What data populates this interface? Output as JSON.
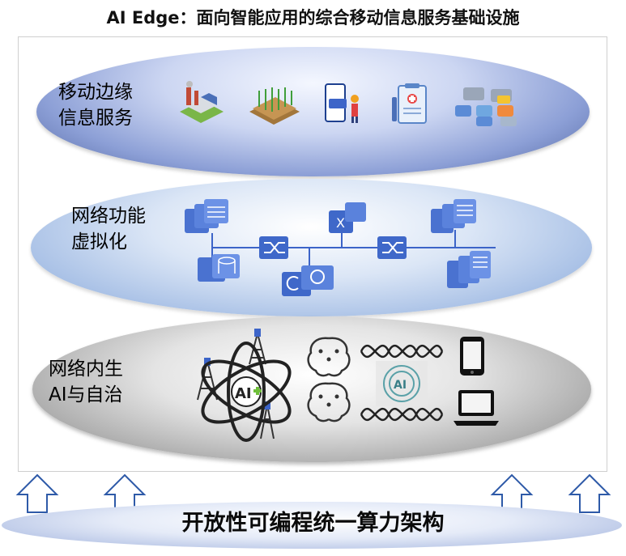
{
  "title": "AI Edge：面向智能应用的综合移动信息服务基础设施",
  "layers": [
    {
      "line1": "移动边缘",
      "line2": "信息服务",
      "icons": [
        "factory-icon",
        "farm-field-icon",
        "mobile-payment-icon",
        "medical-clipboard-icon",
        "traffic-cars-icon"
      ]
    },
    {
      "line1": "网络功能",
      "line2": "虚拟化",
      "icons": [
        "database-icon",
        "switch-icon",
        "router-icon",
        "storage-icon"
      ]
    },
    {
      "line1": "网络内生",
      "line2": "AI与自治",
      "icons": [
        "cell-tower-icon",
        "ai-atom-icon",
        "brain-circuit-icon",
        "ai-waveform-icon",
        "smartphone-icon",
        "laptop-icon"
      ],
      "ai_text": "AI"
    }
  ],
  "base": {
    "label": "开放性可编程统一算力架构"
  },
  "colors": {
    "layer1": "#8c9fd6",
    "layer2": "#a9c1e6",
    "layer3": "#a7a7a7",
    "icon_blue": "#3c64c8",
    "arrow_stroke": "#2e5aa8"
  }
}
